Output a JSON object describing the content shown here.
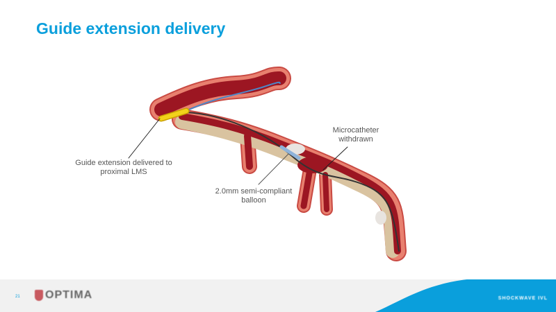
{
  "title": "Guide extension delivery",
  "labels": {
    "guide_extension": "Guide extension delivered to proximal LMS",
    "balloon": "2.0mm semi-compliant balloon",
    "microcatheter": "Microcatheter withdrawn"
  },
  "footer": {
    "page_number": "21",
    "logo_left": "OPTIMA",
    "logo_right": "SHOCKWAVE IVL"
  },
  "colors": {
    "accent": "#0a9fdc",
    "vessel_wall": "#e8806f",
    "blood": "#9c1622",
    "plaque": "#d9c3a0"
  }
}
